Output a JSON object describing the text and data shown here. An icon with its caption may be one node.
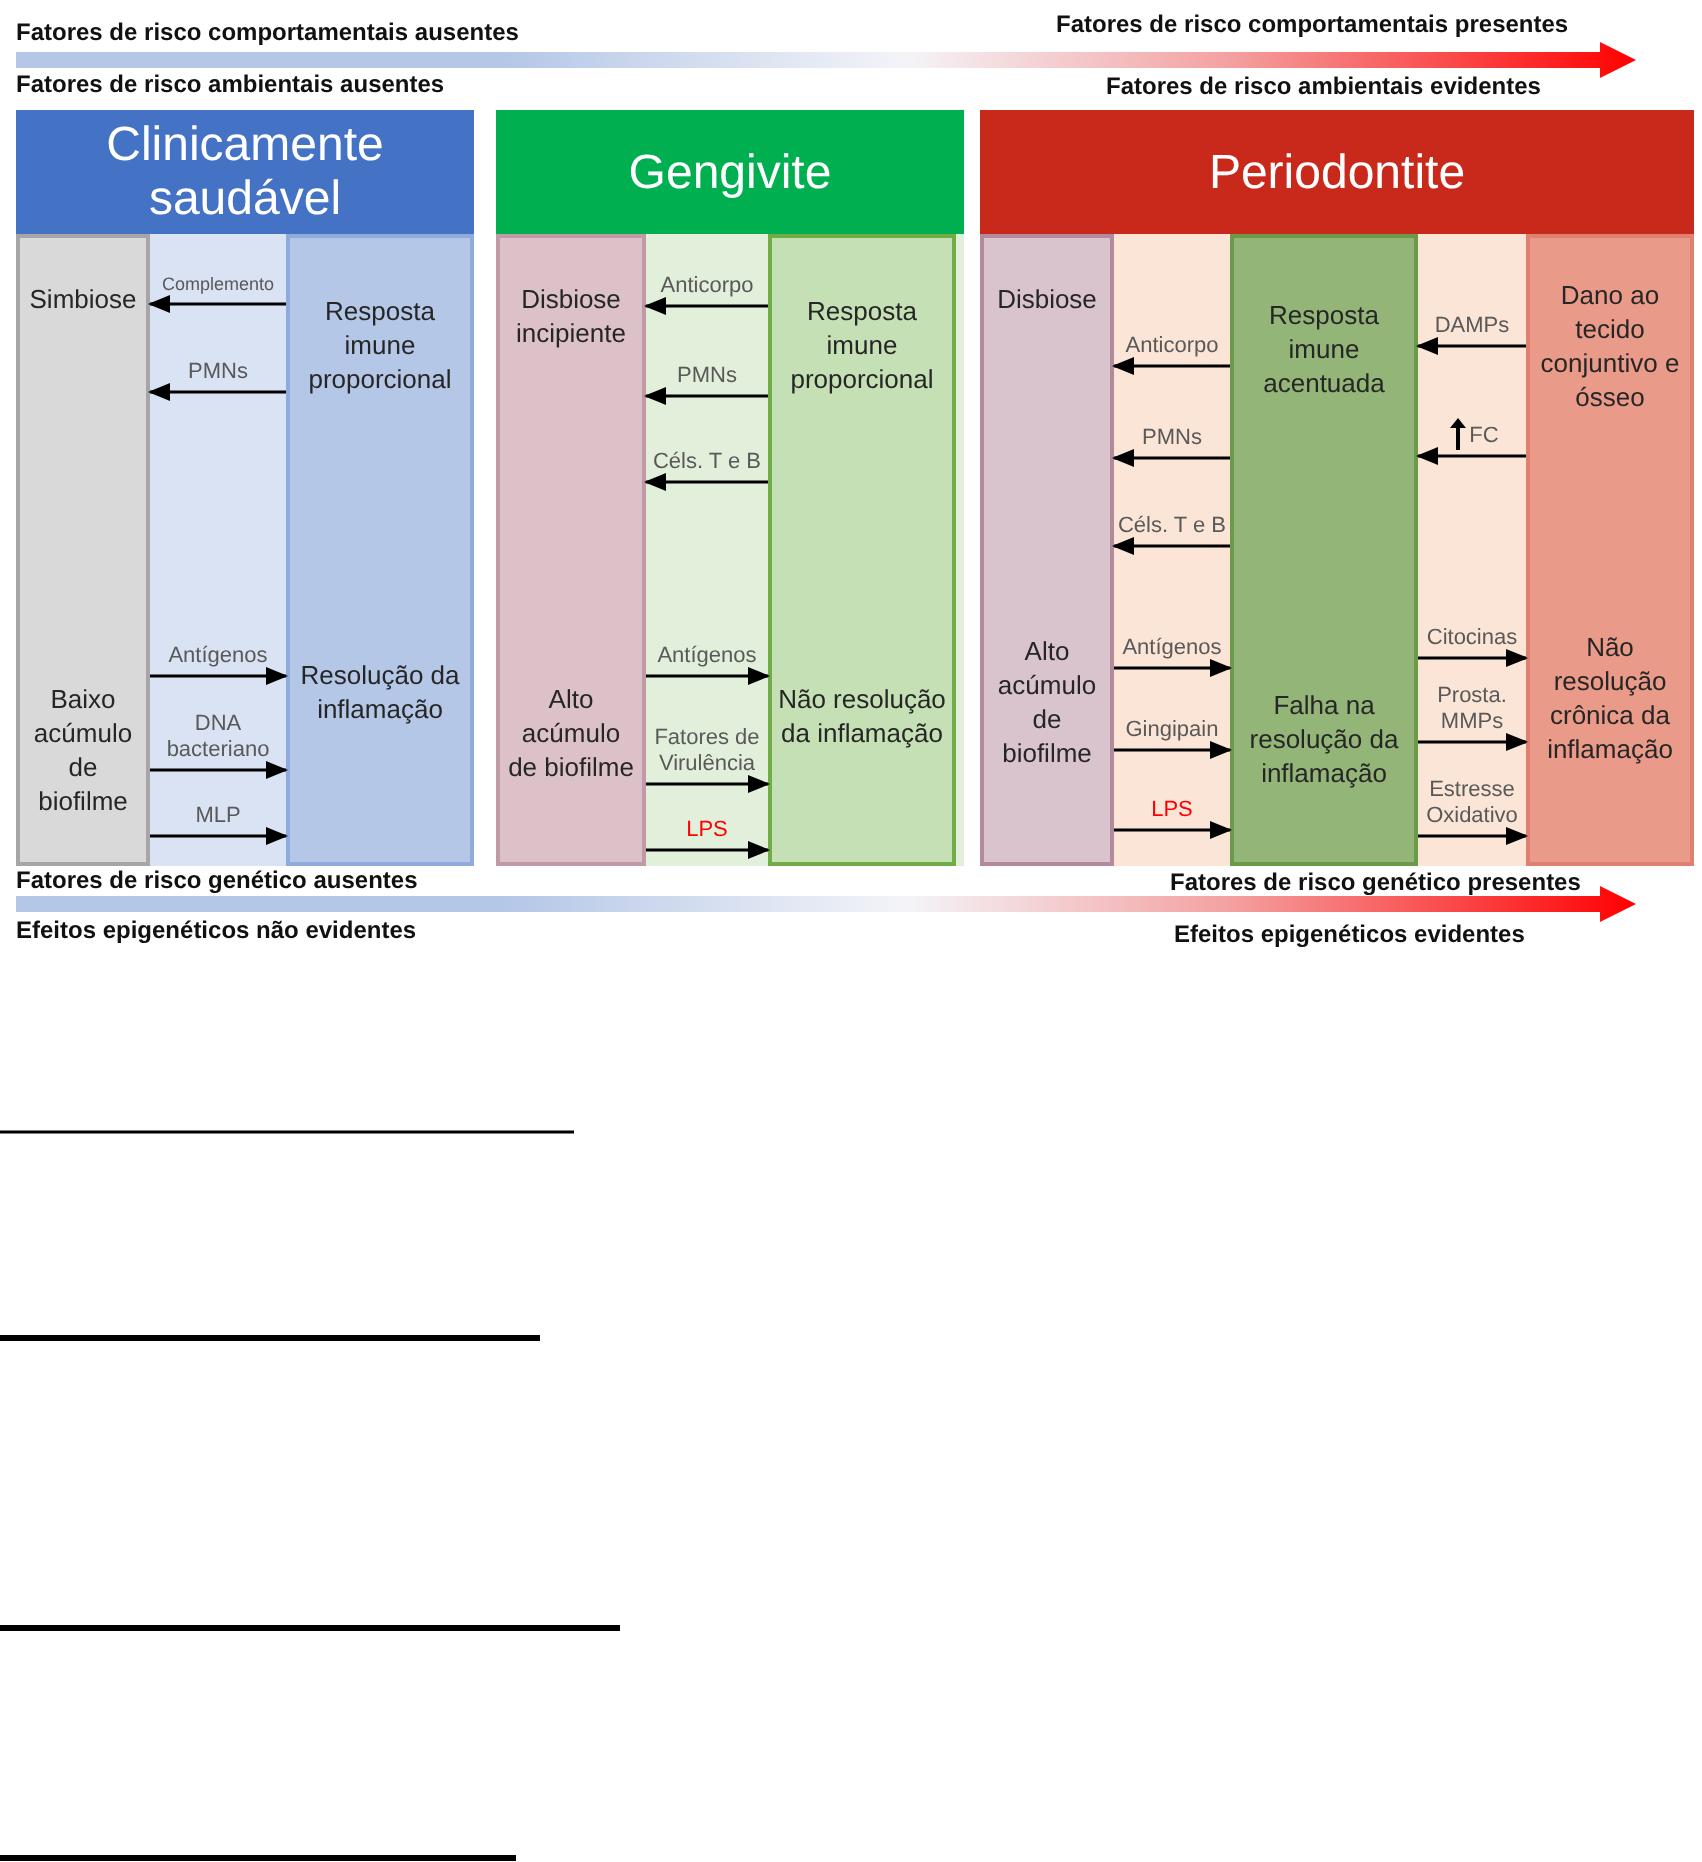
{
  "diagram": {
    "nodes": [
      {
        "text": [
          "Clinicamente saudável"
        ]
      },
      {
        "text": [
          "Simbiose",
          "Baixo acúmulo de biofilme"
        ],
        "in": 0
      },
      {
        "text": [
          "Resposta imune proporcional",
          "Resolução da inflamação"
        ],
        "in": 0
      },
      {
        "text": [
          "Gengivite"
        ]
      },
      {
        "text": [
          "Disbiose incipiente",
          "Alto acúmulo de biofilme"
        ],
        "in": 3
      },
      {
        "text": [
          "Resposta imune proporcional",
          "Não resolução da inflamação"
        ],
        "in": 3
      },
      {
        "text": [
          "Periodontite"
        ]
      },
      {
        "text": [
          "Disbiose",
          "Alto acúmulo de biofilme"
        ],
        "in": 6
      },
      {
        "text": [
          "Resposta imune acentuada",
          "Falha na resolução da inflamação"
        ],
        "in": 6
      },
      {
        "text": [
          "Dano ao tecido conjuntivo e ósseo",
          "Não resolução crônica da inflamação"
        ],
        "in": 6
      }
    ],
    "edges": [
      {
        "from": 2,
        "to": 1,
        "arrow": "to",
        "label": "Complemento"
      },
      {
        "from": 2,
        "to": 1,
        "arrow": "to",
        "label": "PMNs"
      },
      {
        "from": 1,
        "to": 2,
        "arrow": "to",
        "label": "Antígenos"
      },
      {
        "from": 1,
        "to": 2,
        "arrow": "to",
        "label": "DNA bacteriano"
      },
      {
        "from": 1,
        "to": 2,
        "arrow": "to",
        "label": "MLP"
      },
      {
        "from": 5,
        "to": 4,
        "arrow": "to",
        "label": "Anticorpo"
      },
      {
        "from": 5,
        "to": 4,
        "arrow": "to",
        "label": "PMNs"
      },
      {
        "from": 5,
        "to": 4,
        "arrow": "to",
        "label": "Céls. T e B"
      },
      {
        "from": 4,
        "to": 5,
        "arrow": "to",
        "label": "Antígenos"
      },
      {
        "from": 4,
        "to": 5,
        "arrow": "to",
        "label": "Fatores de Virulência"
      },
      {
        "from": 4,
        "to": 5,
        "arrow": "to",
        "label": "LPS"
      },
      {
        "from": 8,
        "to": 7,
        "arrow": "to",
        "label": "Anticorpo"
      },
      {
        "from": 8,
        "to": 7,
        "arrow": "to",
        "label": "PMNs"
      },
      {
        "from": 8,
        "to": 7,
        "arrow": "to",
        "label": "Céls. T e B"
      },
      {
        "from": 7,
        "to": 8,
        "arrow": "to",
        "label": "Antígenos"
      },
      {
        "from": 7,
        "to": 8,
        "arrow": "to",
        "label": "Gingipain"
      },
      {
        "from": 7,
        "to": 8,
        "arrow": "to",
        "label": "LPS"
      },
      {
        "from": 9,
        "to": 8,
        "arrow": "to",
        "label": "DAMPs"
      },
      {
        "from": 9,
        "to": 8,
        "arrow": "to",
        "label": "FC"
      },
      {
        "from": 8,
        "to": 9,
        "arrow": "to",
        "label": "Citocinas"
      },
      {
        "from": 8,
        "to": 9,
        "arrow": "to",
        "label": "Prosta. MMPs"
      },
      {
        "from": 8,
        "to": 9,
        "arrow": "to",
        "label": "Estresse Oxidativo"
      }
    ],
    "labels": [
      "Fatores de risco comportamentais ausentes",
      "Fatores de risco comportamentais presentes",
      "Fatores de risco ambientais ausentes",
      "Fatores de risco ambientais evidentes",
      "Fatores de risco genético ausentes",
      "Fatores de risco genético presentes",
      "Efeitos epigenéticos não evidentes",
      "Efeitos epigenéticos evidentes"
    ]
  }
}
